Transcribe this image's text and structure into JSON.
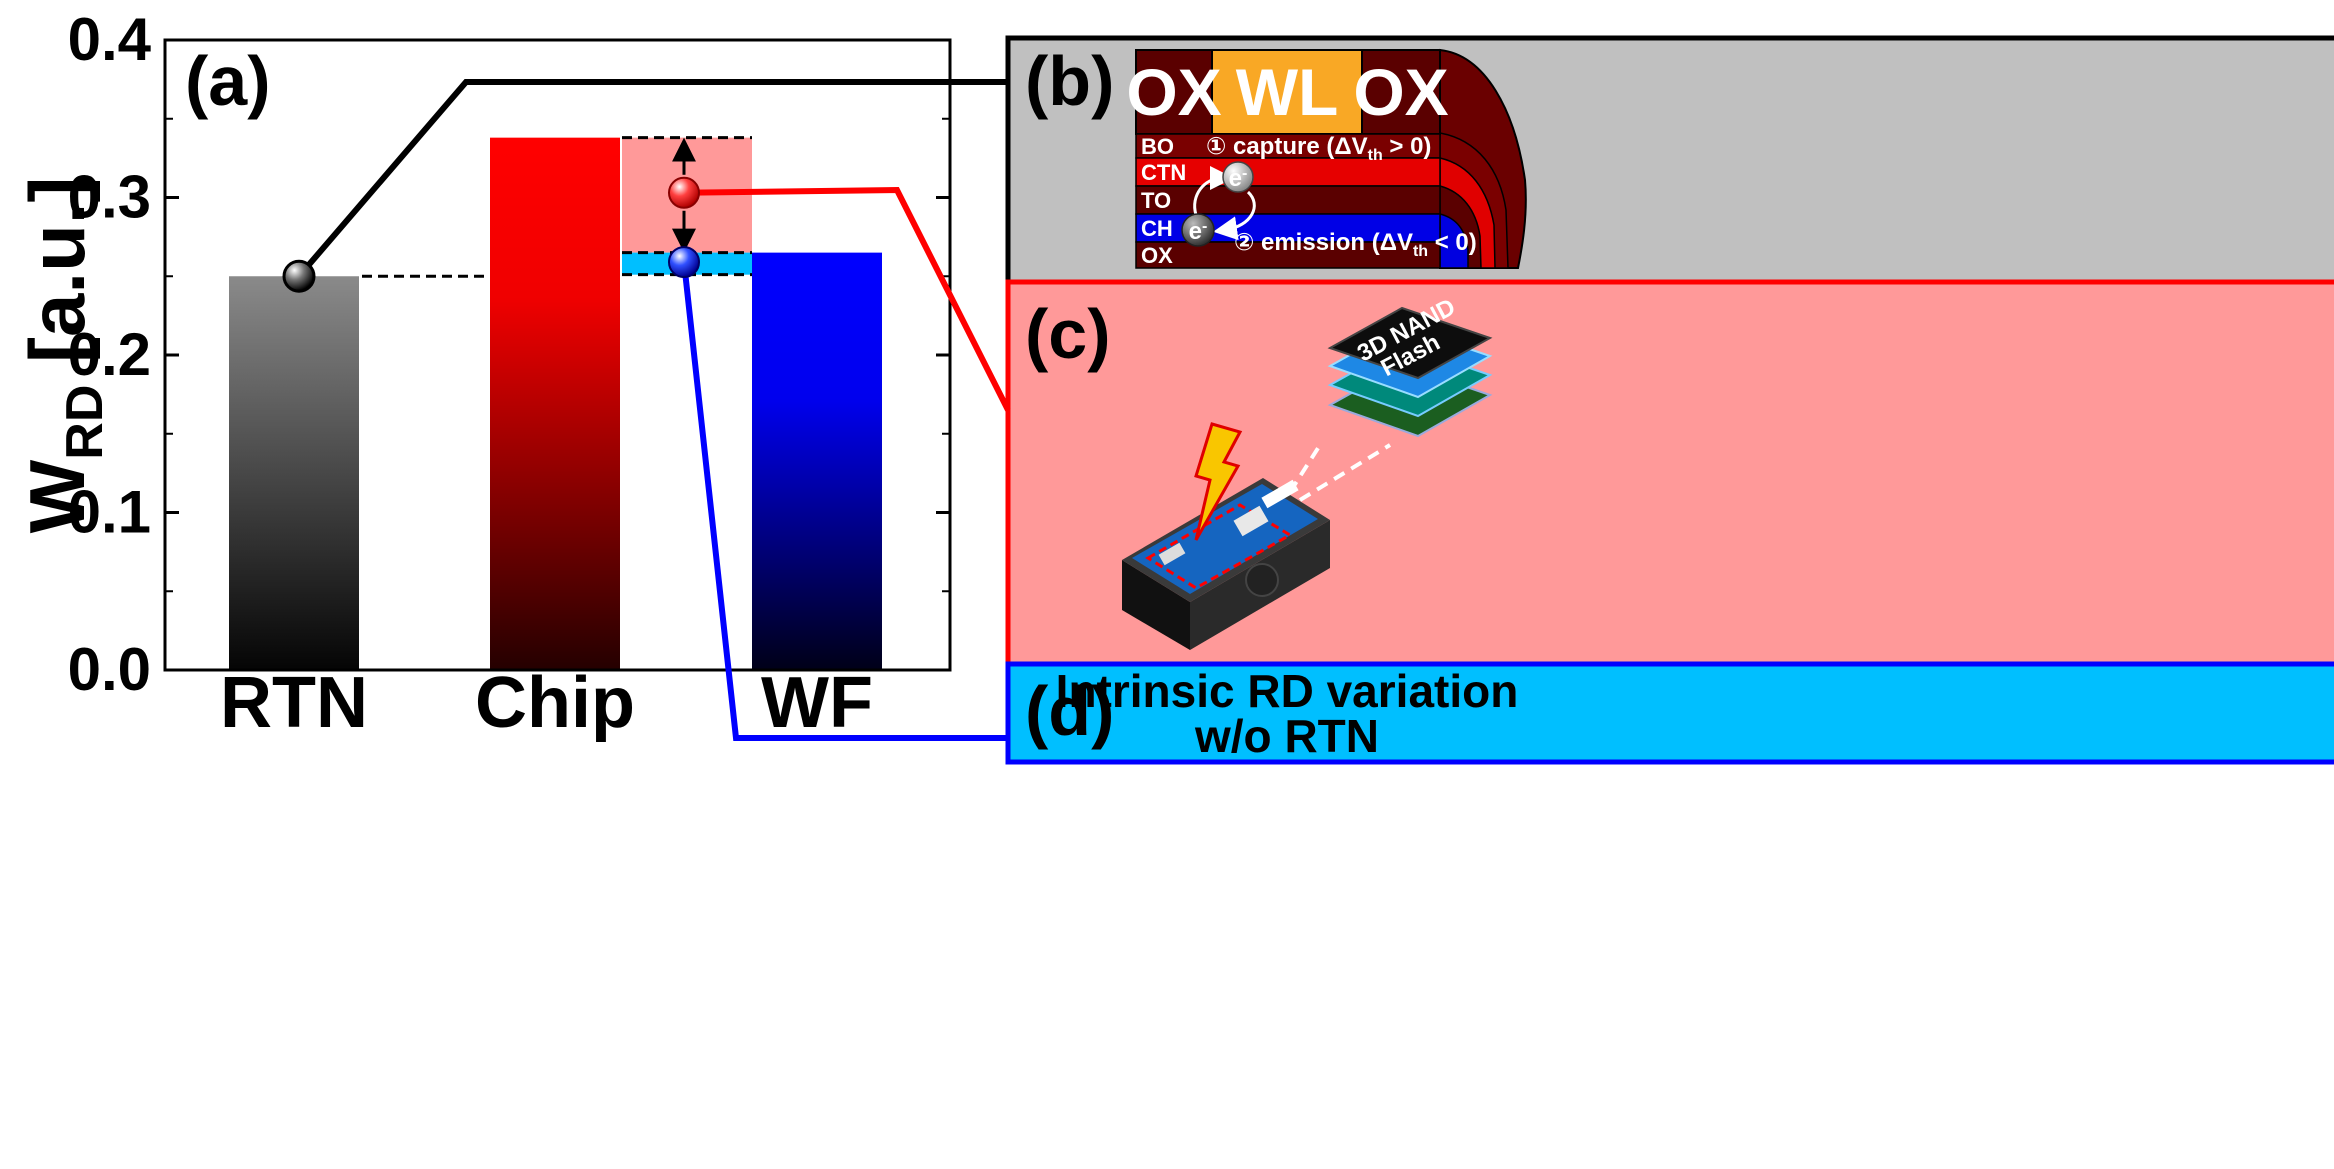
{
  "chart_data": {
    "type": "bar",
    "categories": [
      "RTN",
      "Chip",
      "WF"
    ],
    "values": [
      0.25,
      0.338,
      0.265
    ],
    "chip_variation": {
      "intrinsic_lower": 0.251,
      "intrinsic_upper": 0.265,
      "rtn_upper": 0.338,
      "rtn_marker": 0.303,
      "intrinsic_marker": 0.259
    },
    "ylabel_main": "W",
    "ylabel_sub": "RD",
    "ylabel_unit": " [a.u.]",
    "ylim": [
      0.0,
      0.4
    ],
    "yticks": [
      "0.0",
      "0.1",
      "0.2",
      "0.3",
      "0.4"
    ],
    "ytick_values": [
      0.0,
      0.1,
      0.2,
      0.3,
      0.4
    ],
    "colors": {
      "rtn": "#808080",
      "chip": "#ff0000",
      "wf": "#0000ff",
      "chip_rtn_band": "#ff9999",
      "intrinsic_band": "#00bfff"
    }
  },
  "panels": {
    "a": "(a)",
    "b": "(b)",
    "c": "(c)",
    "d": "(d)"
  },
  "panel_b": {
    "ox_left": "OX",
    "wl": "WL",
    "ox_right": "OX",
    "layers": [
      "BO",
      "CTN",
      "TO",
      "CH",
      "OX"
    ],
    "capture": "① capture (ΔV",
    "capture_sub": "th",
    "capture_end": " > 0)",
    "emission": "② emission (ΔV",
    "emission_sub": "th",
    "emission_end": " < 0)",
    "electron": "e",
    "electron_sup": "-"
  },
  "panel_c": {
    "chip_line1": "3D NAND",
    "chip_line2": "Flash"
  },
  "panel_d": {
    "line1": "Intrinsic RD variation",
    "line2": "w/o RTN"
  }
}
